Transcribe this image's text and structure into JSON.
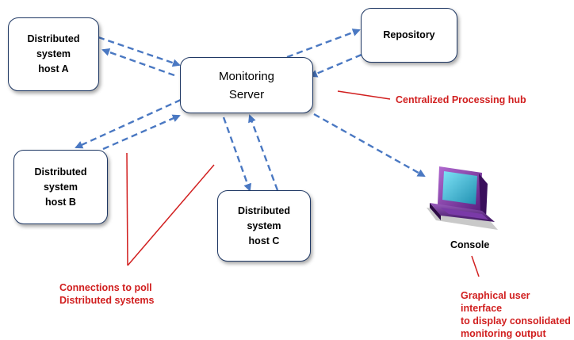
{
  "nodes": {
    "host_a": "Distributed\nsystem\nhost A",
    "host_b": "Distributed\nsystem\nhost B",
    "host_c": "Distributed\nsystem\nhost C",
    "server": "Monitoring\nServer",
    "repository": "Repository"
  },
  "console_label": "Console",
  "annotations": {
    "hub": "Centralized Processing hub",
    "poll": "Connections to poll\nDistributed systems",
    "gui": "Graphical user interface\nto display consolidated\nmonitoring output"
  },
  "colors": {
    "arrow": "#4a78c2",
    "annotation": "#d11f1f",
    "node_border": "#1f3864"
  },
  "icons": [
    "computer-console-icon"
  ]
}
